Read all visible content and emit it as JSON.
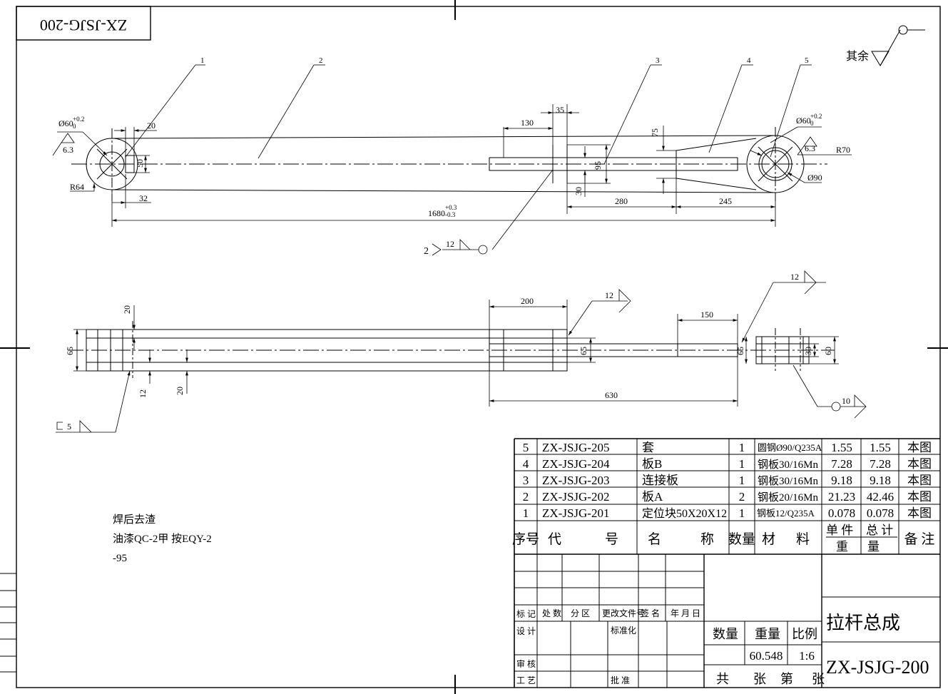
{
  "frame": {
    "code_top": "ZX-JSJG-200"
  },
  "roughness": {
    "rest_label": "其余"
  },
  "top_view": {
    "balloons": [
      "1",
      "2",
      "3",
      "4",
      "5"
    ],
    "dims": {
      "d20": "20",
      "d50": "50",
      "d32": "32",
      "r64": "R64",
      "hole_left": "Ø60",
      "hole_right": "Ø60",
      "tol_up": "+0.2",
      "tol_lo": "0",
      "ra_left": "6.3",
      "ra_right": "6.3",
      "d130": "130",
      "d35": "35",
      "d95": "95",
      "d75": "75",
      "d30": "30",
      "d280": "280",
      "d245": "245",
      "r70": "R70",
      "d90": "Ø90",
      "overall": "1680",
      "overall_tol_up": "+0.3",
      "overall_tol_lo": "-0.3"
    },
    "weld": {
      "count": "2",
      "size": "12"
    }
  },
  "bottom_view": {
    "dims": {
      "d20a": "20",
      "d65a": "65",
      "d12": "12",
      "d20b": "20",
      "d200": "200",
      "d65b": "65",
      "d630": "630",
      "d150": "150",
      "d65c": "65",
      "d30": "30",
      "d60": "60"
    },
    "welds": {
      "w12a": "12",
      "w12b": "12",
      "w10": "10",
      "w5": "5"
    }
  },
  "notes": [
    "焊后去渣",
    "油漆QC-2甲 按EQY-2",
    "-95"
  ],
  "bom": {
    "rows": [
      {
        "no": "5",
        "code": "ZX-JSJG-205",
        "name": "套",
        "qty": "1",
        "material": "圆钢Ø90/Q235A",
        "unit": "1.55",
        "total": "1.55",
        "remark": "本图"
      },
      {
        "no": "4",
        "code": "ZX-JSJG-204",
        "name": "板B",
        "qty": "1",
        "material": "钢板30/16Mn",
        "unit": "7.28",
        "total": "7.28",
        "remark": "本图"
      },
      {
        "no": "3",
        "code": "ZX-JSJG-203",
        "name": "连接板",
        "qty": "1",
        "material": "钢板30/16Mn",
        "unit": "9.18",
        "total": "9.18",
        "remark": "本图"
      },
      {
        "no": "2",
        "code": "ZX-JSJG-202",
        "name": "板A",
        "qty": "2",
        "material": "钢板20/16Mn",
        "unit": "21.23",
        "total": "42.46",
        "remark": "本图"
      },
      {
        "no": "1",
        "code": "ZX-JSJG-201",
        "name": "定位块50X20X12",
        "qty": "1",
        "material": "钢板12/Q235A",
        "unit": "0.078",
        "total": "0.078",
        "remark": "本图"
      }
    ],
    "header": {
      "no": "序号",
      "code_a": "代",
      "code_b": "号",
      "name_a": "名",
      "name_b": "称",
      "qty": "数量",
      "mat_a": "材",
      "mat_b": "料",
      "unit_a": "单 件",
      "unit_b": "重",
      "total_a": "总 计",
      "total_b": "量",
      "remark": "备 注"
    }
  },
  "title_block": {
    "rev_labels": [
      "标 记",
      "处 数",
      "分 区",
      "更改文件号",
      "签 名",
      "年 月 日"
    ],
    "design": "设 计",
    "standard": "标准化",
    "review": "审 核",
    "process": "工 艺",
    "approve": "批 准",
    "qty_label": "数量",
    "weight_label": "重量",
    "scale_label": "比例",
    "weight": "60.548",
    "scale": "1:6",
    "sheet": [
      "共",
      "张",
      "第",
      "张"
    ],
    "drawing_name": "拉杆总成",
    "drawing_code": "ZX-JSJG-200"
  }
}
